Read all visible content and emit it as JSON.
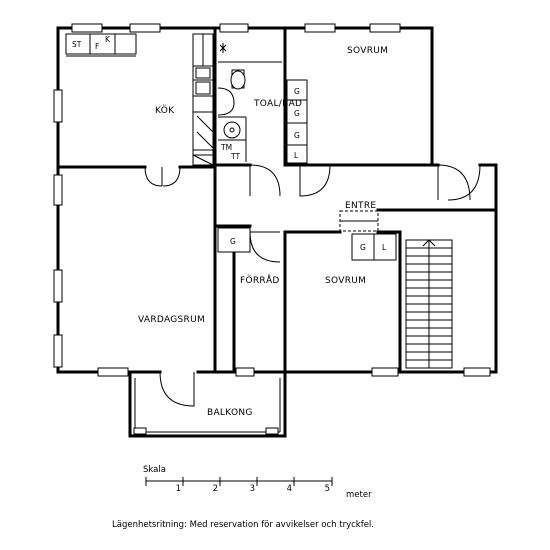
{
  "rooms": {
    "kok": "KÖK",
    "toalbad": "TOAL/BAD",
    "sovrum_top": "SOVRUM",
    "entre": "ENTRE",
    "vardagsrum": "VARDAGSRUM",
    "forrad": "FÖRRÅD",
    "sovrum_mid": "SOVRUM",
    "balkong": "BALKONG"
  },
  "fixtures": {
    "st": "ST",
    "f": "F",
    "k": "K",
    "g1": "G",
    "g2": "G",
    "g3": "G",
    "l1": "L",
    "tm": "TM",
    "tt": "TT",
    "g_forrad": "G",
    "g_sov": "G",
    "l_sov": "L"
  },
  "scale": {
    "title": "Skala",
    "ticks": [
      "1",
      "2",
      "3",
      "4",
      "5"
    ],
    "unit": "meter"
  },
  "caption": "Lägenhetsritning: Med reservation för avvikelser och tryckfel."
}
